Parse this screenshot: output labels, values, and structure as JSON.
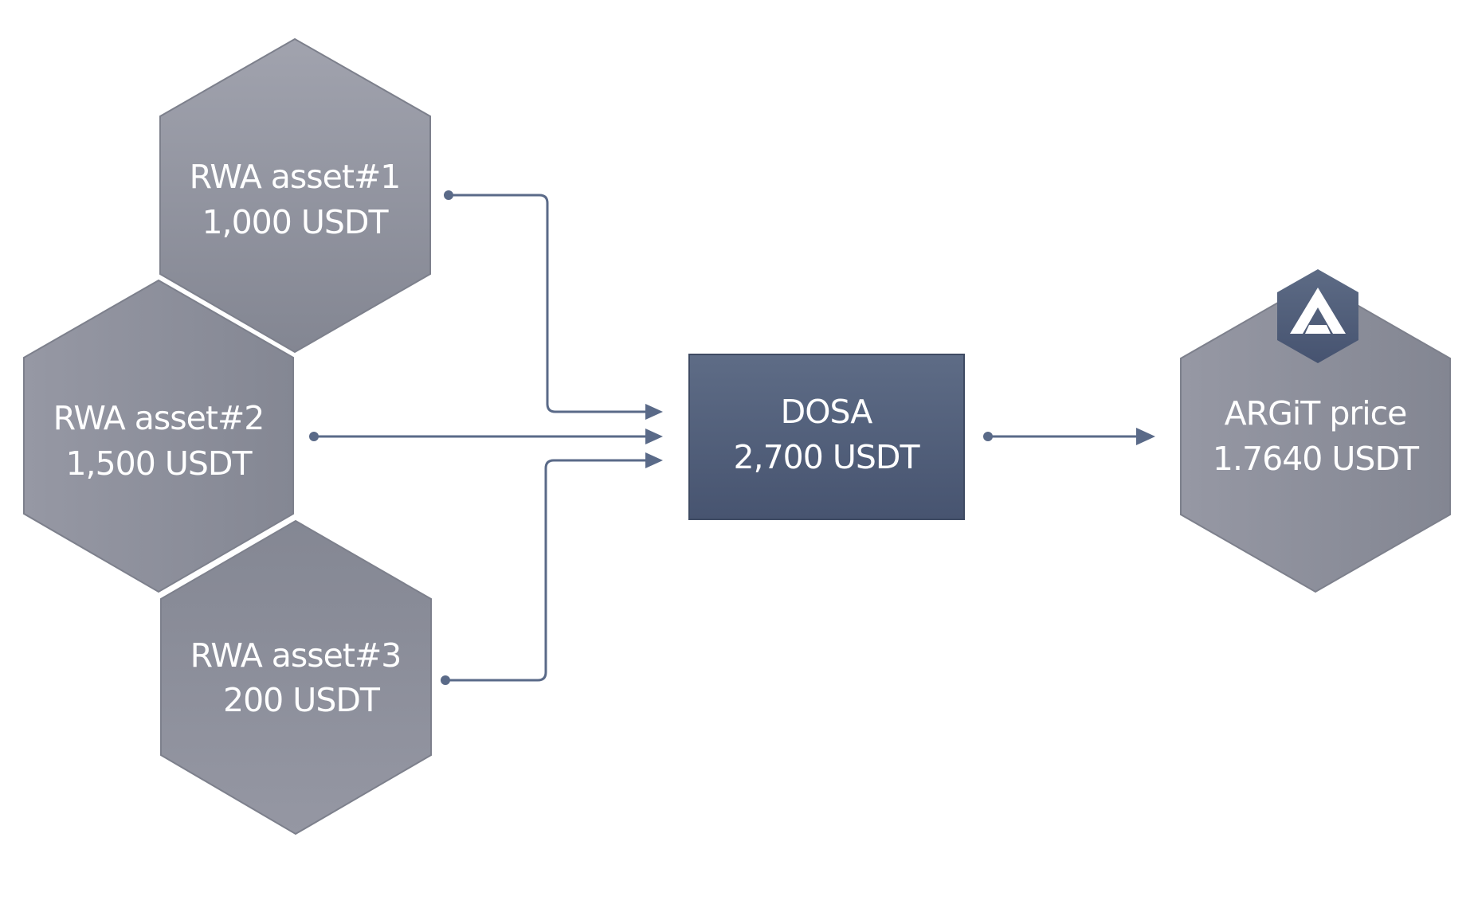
{
  "diagram": {
    "assets": [
      {
        "name": "RWA asset#1",
        "value": "1,000 USDT"
      },
      {
        "name": "RWA asset#2",
        "value": "1,500 USDT"
      },
      {
        "name": "RWA asset#3",
        "value": "200 USDT"
      }
    ],
    "pool": {
      "name": "DOSA",
      "value": "2,700 USDT"
    },
    "output": {
      "name": "ARGiT price",
      "value": "1.7640 USDT",
      "logo_icon": "argit-logo-icon"
    },
    "edges": [
      {
        "from": "RWA asset#1",
        "to": "DOSA"
      },
      {
        "from": "RWA asset#2",
        "to": "DOSA"
      },
      {
        "from": "RWA asset#3",
        "to": "DOSA"
      },
      {
        "from": "DOSA",
        "to": "ARGiT price"
      }
    ],
    "colors": {
      "hex_light": "#a0a2ad",
      "hex_dark": "#848793",
      "hex_stroke": "#7d808c",
      "pool_top": "#5e6c86",
      "pool_bottom": "#475470",
      "connector": "#5a6a88",
      "logo_top": "#5d6b85",
      "logo_bottom": "#465370",
      "text": "#ffffff"
    }
  }
}
